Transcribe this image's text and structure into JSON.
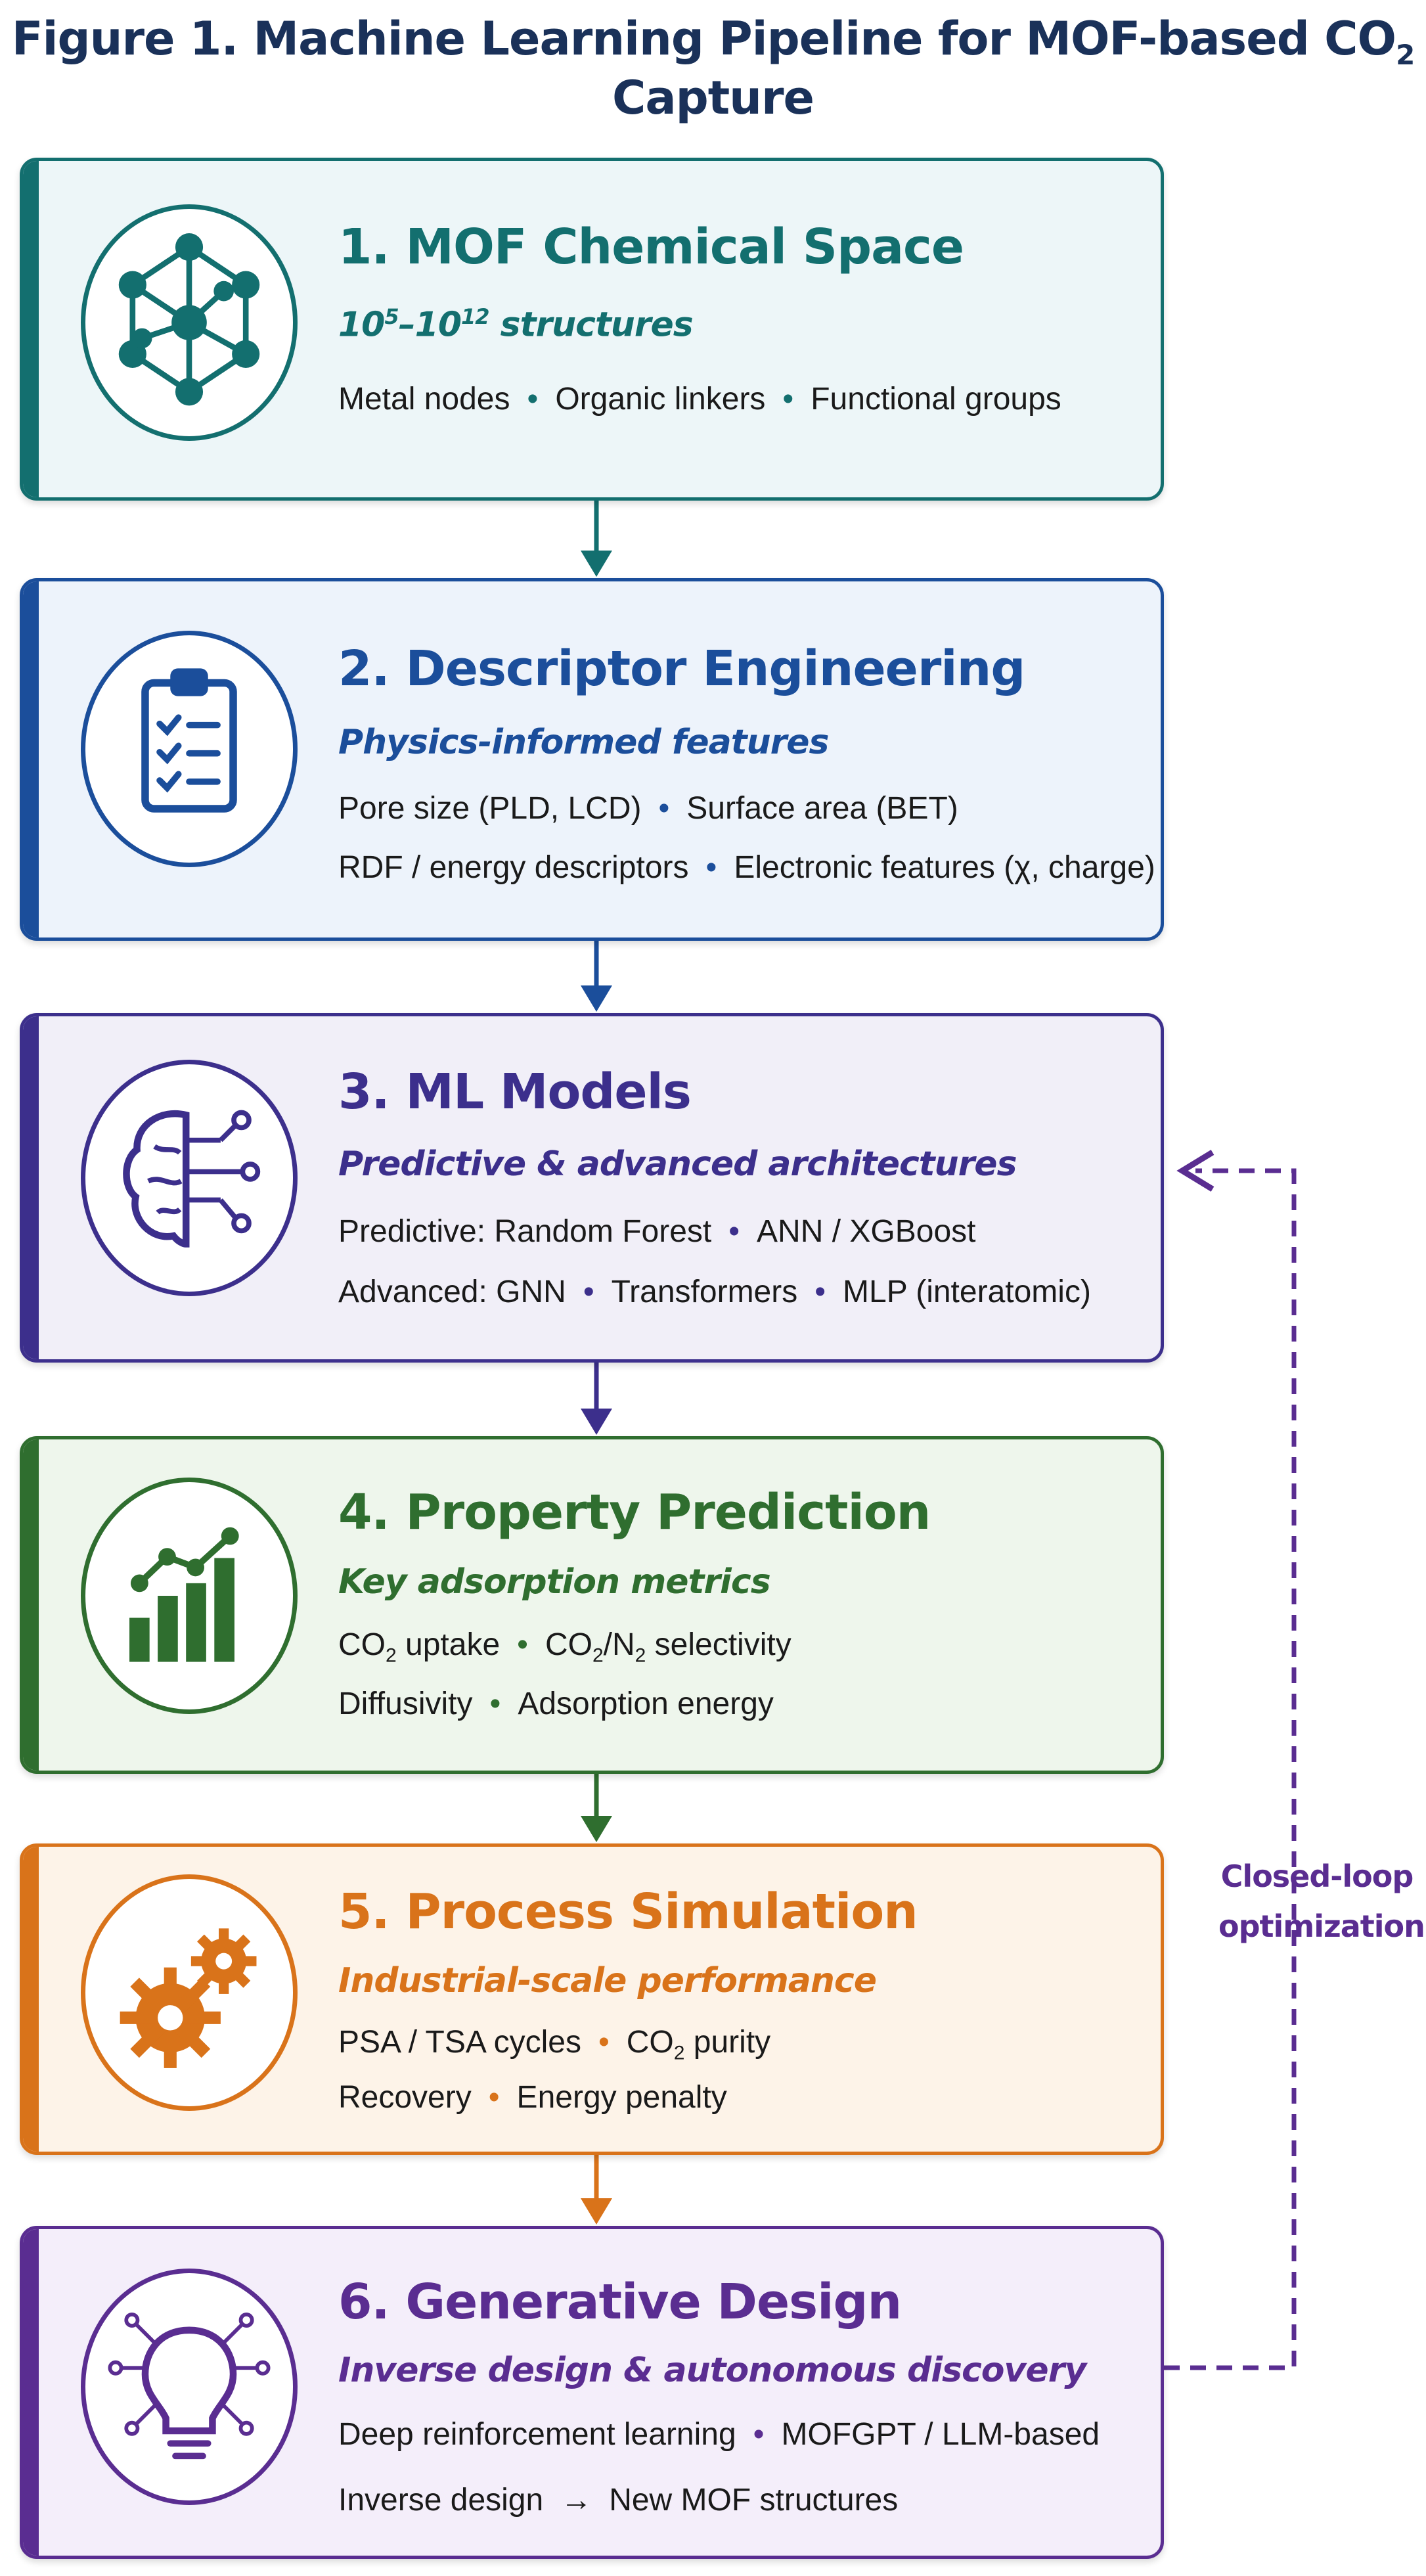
{
  "title": {
    "prefix": "Figure 1. Machine Learning Pipeline for MOF-based CO",
    "sub": "2",
    "suffix": " Capture"
  },
  "colors": {
    "teal": "#136f6f",
    "blue": "#1b4e9b",
    "indigo": "#3c2f8c",
    "green": "#2f6e2f",
    "orange": "#d9731a",
    "purple": "#5a2d91"
  },
  "steps": [
    {
      "title": "1. MOF Chemical Space",
      "subtitle_base": "10",
      "subtitle_exp1": "5",
      "subtitle_mid": "–10",
      "subtitle_exp2": "12",
      "subtitle_tail": " structures",
      "icon": "molecular-network-icon",
      "items": [
        "Metal nodes",
        "Organic linkers",
        "Functional groups"
      ]
    },
    {
      "title": "2. Descriptor Engineering",
      "subtitle": "Physics-informed features",
      "icon": "clipboard-checklist-icon",
      "line1": [
        "Pore size (PLD, LCD)",
        "Surface area (BET)"
      ],
      "line2": [
        "RDF / energy descriptors",
        "Electronic features (χ, charge)"
      ]
    },
    {
      "title": "3. ML Models",
      "subtitle": "Predictive & advanced architectures",
      "icon": "brain-circuit-icon",
      "line1": [
        "Predictive: Random Forest",
        "ANN / XGBoost"
      ],
      "line2": [
        "Advanced: GNN",
        "Transformers",
        "MLP (interatomic)"
      ]
    },
    {
      "title": "4. Property Prediction",
      "subtitle": "Key adsorption metrics",
      "icon": "bar-chart-trend-icon",
      "line1_a_base": "CO",
      "line1_a_sub": "2",
      "line1_a_tail": " uptake",
      "line1_b_base": "CO",
      "line1_b_sub": "2",
      "line1_b_mid": "/N",
      "line1_b_sub2": "2",
      "line1_b_tail": " selectivity",
      "line2": [
        "Diffusivity",
        "Adsorption energy"
      ]
    },
    {
      "title": "5. Process Simulation",
      "subtitle": "Industrial-scale performance",
      "icon": "gears-icon",
      "line1_a": "PSA / TSA cycles",
      "line1_b_base": "CO",
      "line1_b_sub": "2",
      "line1_b_tail": " purity",
      "line2": [
        "Recovery",
        "Energy penalty"
      ]
    },
    {
      "title": "6. Generative Design",
      "subtitle": "Inverse design & autonomous discovery",
      "icon": "lightbulb-circuit-icon",
      "line1": [
        "Deep reinforcement learning",
        "MOFGPT / LLM-based"
      ],
      "line2_a": "Inverse design",
      "line2_arrow": "→",
      "line2_b": "New MOF structures"
    }
  ],
  "dot": "•",
  "loop_label": [
    "Closed-loop",
    "optimization"
  ]
}
